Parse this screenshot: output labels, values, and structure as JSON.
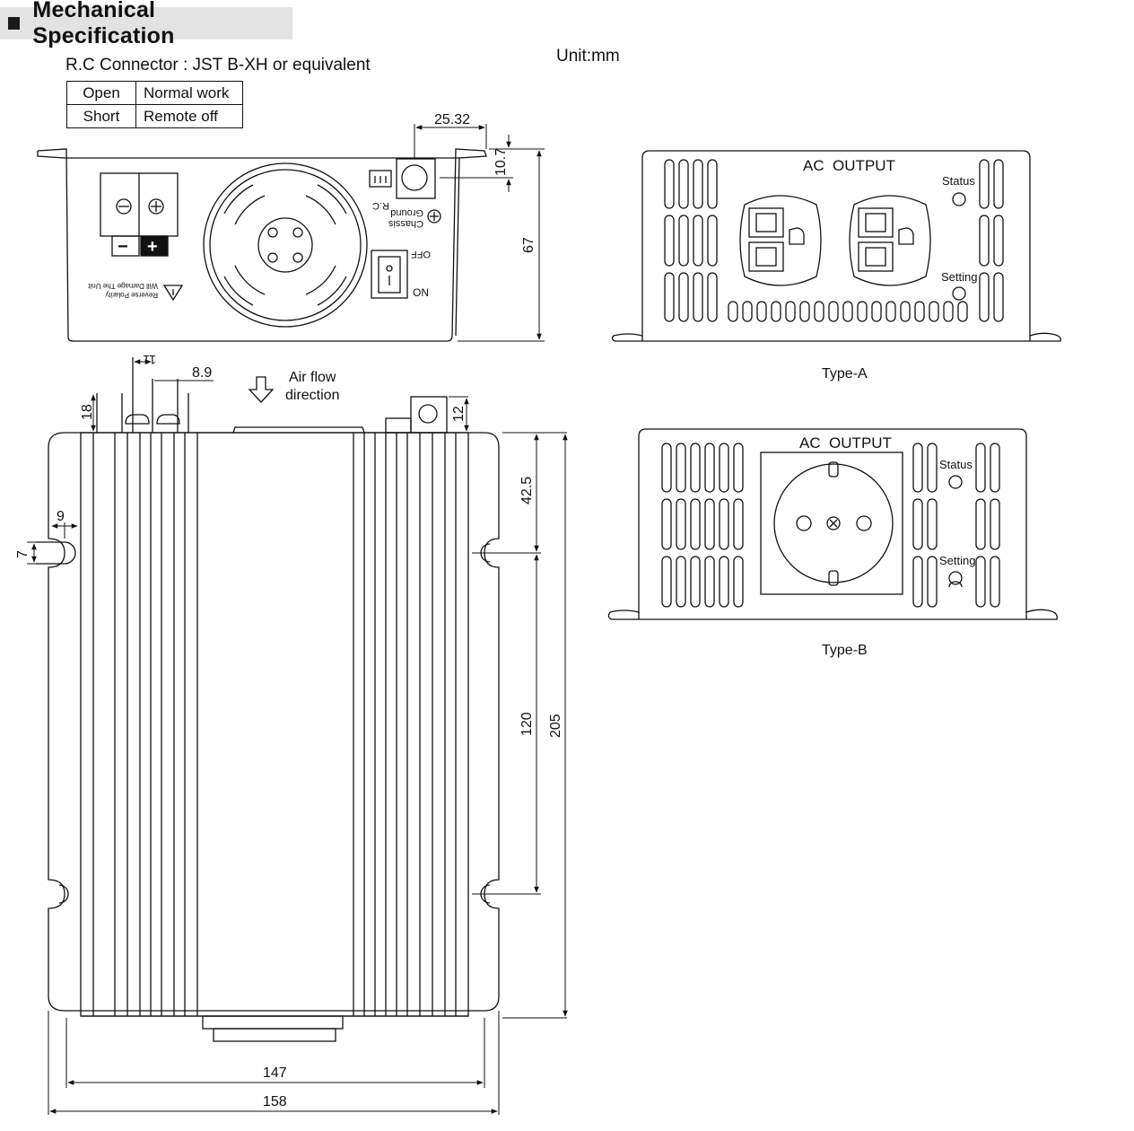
{
  "header": {
    "title": "Mechanical Specification"
  },
  "unit_label": "Unit:mm",
  "rc_connector": {
    "title": "R.C Connector : JST B-XH or equivalent",
    "rows": [
      {
        "state": "Open",
        "function": "Normal work"
      },
      {
        "state": "Short",
        "function": "Remote off"
      }
    ]
  },
  "front_panel": {
    "rc_label": "R.C",
    "chassis_label": "Chassis",
    "ground_label": "Ground",
    "off_label": "OFF",
    "on_label": "ON",
    "minus_label": "−",
    "plus_label": "+",
    "warning_line1": "Reverse Polarity",
    "warning_line2": "Will Damage The Unit"
  },
  "dimensions": {
    "rc_offset": "25.32",
    "rc_height": "10.7",
    "front_height": "67",
    "terminal_pitch": "11",
    "terminal_width": "8.9",
    "terminal_height": "18",
    "ground_height": "12",
    "top_offset": "42.5",
    "hole_pitch": "120",
    "length": "205",
    "slot_width": "9",
    "slot_height": "7",
    "inner_width": "147",
    "outer_width": "158"
  },
  "airflow": {
    "line1": "Air flow",
    "line2": "direction"
  },
  "type_a": {
    "panel_title": "AC  OUTPUT",
    "status": "Status",
    "setting": "Setting",
    "caption": "Type-A"
  },
  "type_b": {
    "panel_title": "AC  OUTPUT",
    "status": "Status",
    "setting": "Setting",
    "caption": "Type-B"
  }
}
